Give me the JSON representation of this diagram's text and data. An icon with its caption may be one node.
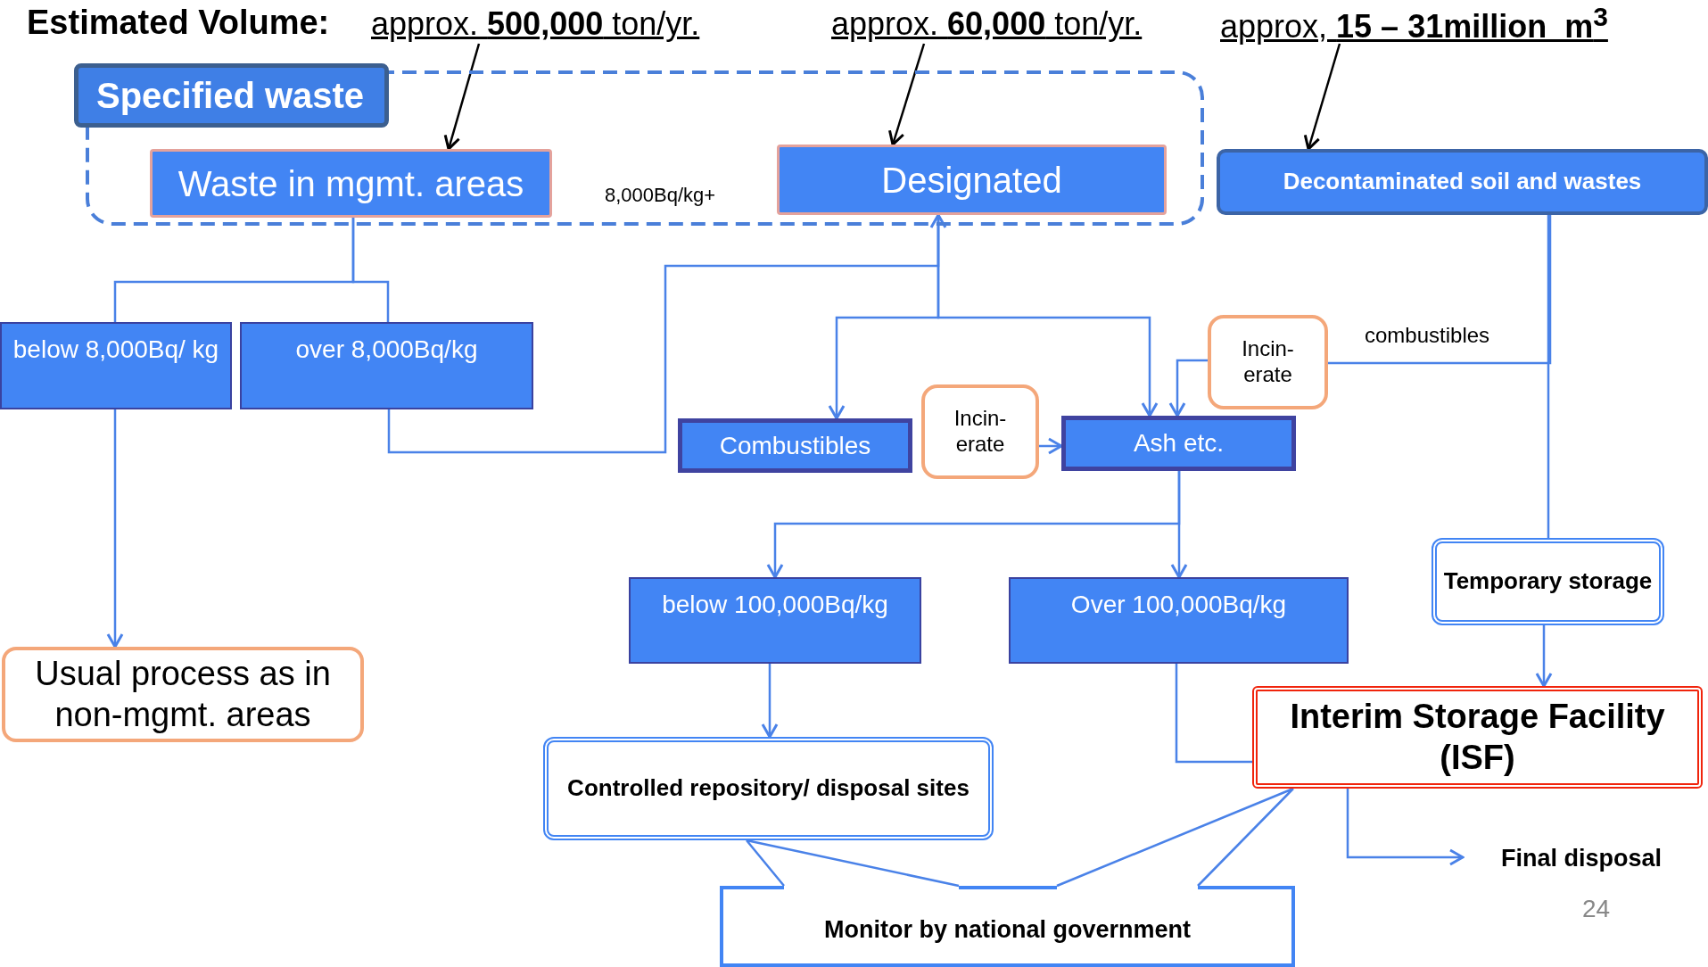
{
  "diagram": {
    "nodes": [
      {
        "text": [],
        "shape": "box"
      },
      {
        "text": [
          "Waste in mgmt. areas"
        ],
        "in": 0
      },
      {
        "text": [
          "Designated"
        ],
        "in": 0
      },
      {
        "text": [
          "Decontaminated soil and wastes"
        ]
      },
      {
        "text": [
          "below 8,000Bq/ kg"
        ]
      },
      {
        "text": [
          "over 8,000Bq/kg"
        ]
      },
      {
        "text": [
          "Usual process as in non-mgmt. areas"
        ]
      },
      {
        "text": [
          "Combustibles"
        ]
      },
      {
        "text": [
          "Incin- erate"
        ]
      },
      {
        "text": [
          "Ash etc."
        ]
      },
      {
        "text": [
          "Incin- erate"
        ]
      },
      {
        "text": [
          "below 100,000Bq/kg"
        ]
      },
      {
        "text": [
          "Over 100,000Bq/kg"
        ]
      },
      {
        "text": [
          "Temporary storage"
        ]
      },
      {
        "text": [
          "Controlled repository/ disposal sites"
        ]
      },
      {
        "text": [
          "Interim Storage Facility (ISF)"
        ]
      },
      {
        "text": [
          "Final disposal"
        ]
      },
      {
        "text": [
          "Monitor by national government"
        ]
      },
      {
        "text": [
          "approx. **500,000** ton/yr."
        ]
      },
      {
        "text": [
          "approx. **60,000** ton/yr."
        ]
      },
      {
        "text": [
          "approx, **15 – 31million_m$^{3}$**"
        ]
      },
      {
        "text": [
          "Specified waste"
        ]
      }
    ],
    "edges": [
      {
        "from": 1,
        "to": 4,
        "arrow": "none"
      },
      {
        "from": 1,
        "to": 5,
        "arrow": "none"
      },
      {
        "from": 4,
        "to": 6,
        "arrow": "to"
      },
      {
        "from": 5,
        "to": 2,
        "arrow": "to"
      },
      {
        "from": 2,
        "to": 7,
        "arrow": "to"
      },
      {
        "from": 2,
        "to": 9,
        "arrow": "to"
      },
      {
        "from": 3,
        "to": 13,
        "arrow": "none"
      },
      {
        "from": 3,
        "to": 10,
        "arrow": "none",
        "label": "combustibles"
      },
      {
        "from": 10,
        "to": 9,
        "arrow": "to"
      },
      {
        "from": 8,
        "to": 9,
        "arrow": "to"
      },
      {
        "from": 9,
        "to": 11,
        "arrow": "to"
      },
      {
        "from": 9,
        "to": 12,
        "arrow": "to"
      },
      {
        "from": 11,
        "to": 14,
        "arrow": "to"
      },
      {
        "from": 12,
        "to": 15,
        "arrow": "none"
      },
      {
        "from": 13,
        "to": 15,
        "arrow": "to"
      },
      {
        "from": 15,
        "to": 16,
        "arrow": "to"
      },
      {
        "from": 17,
        "to": 14,
        "arrow": "none"
      },
      {
        "from": 17,
        "to": 15,
        "arrow": "none"
      },
      {
        "from": 18,
        "to": 1,
        "arrow": "to",
        "color": "#000000"
      },
      {
        "from": 19,
        "to": 2,
        "arrow": "to",
        "color": "#000000"
      },
      {
        "from": 20,
        "to": 3,
        "arrow": "to",
        "color": "#000000"
      }
    ],
    "labels": [
      "Estimated Volume:",
      "8,000Bq/kg+",
      "24"
    ]
  }
}
